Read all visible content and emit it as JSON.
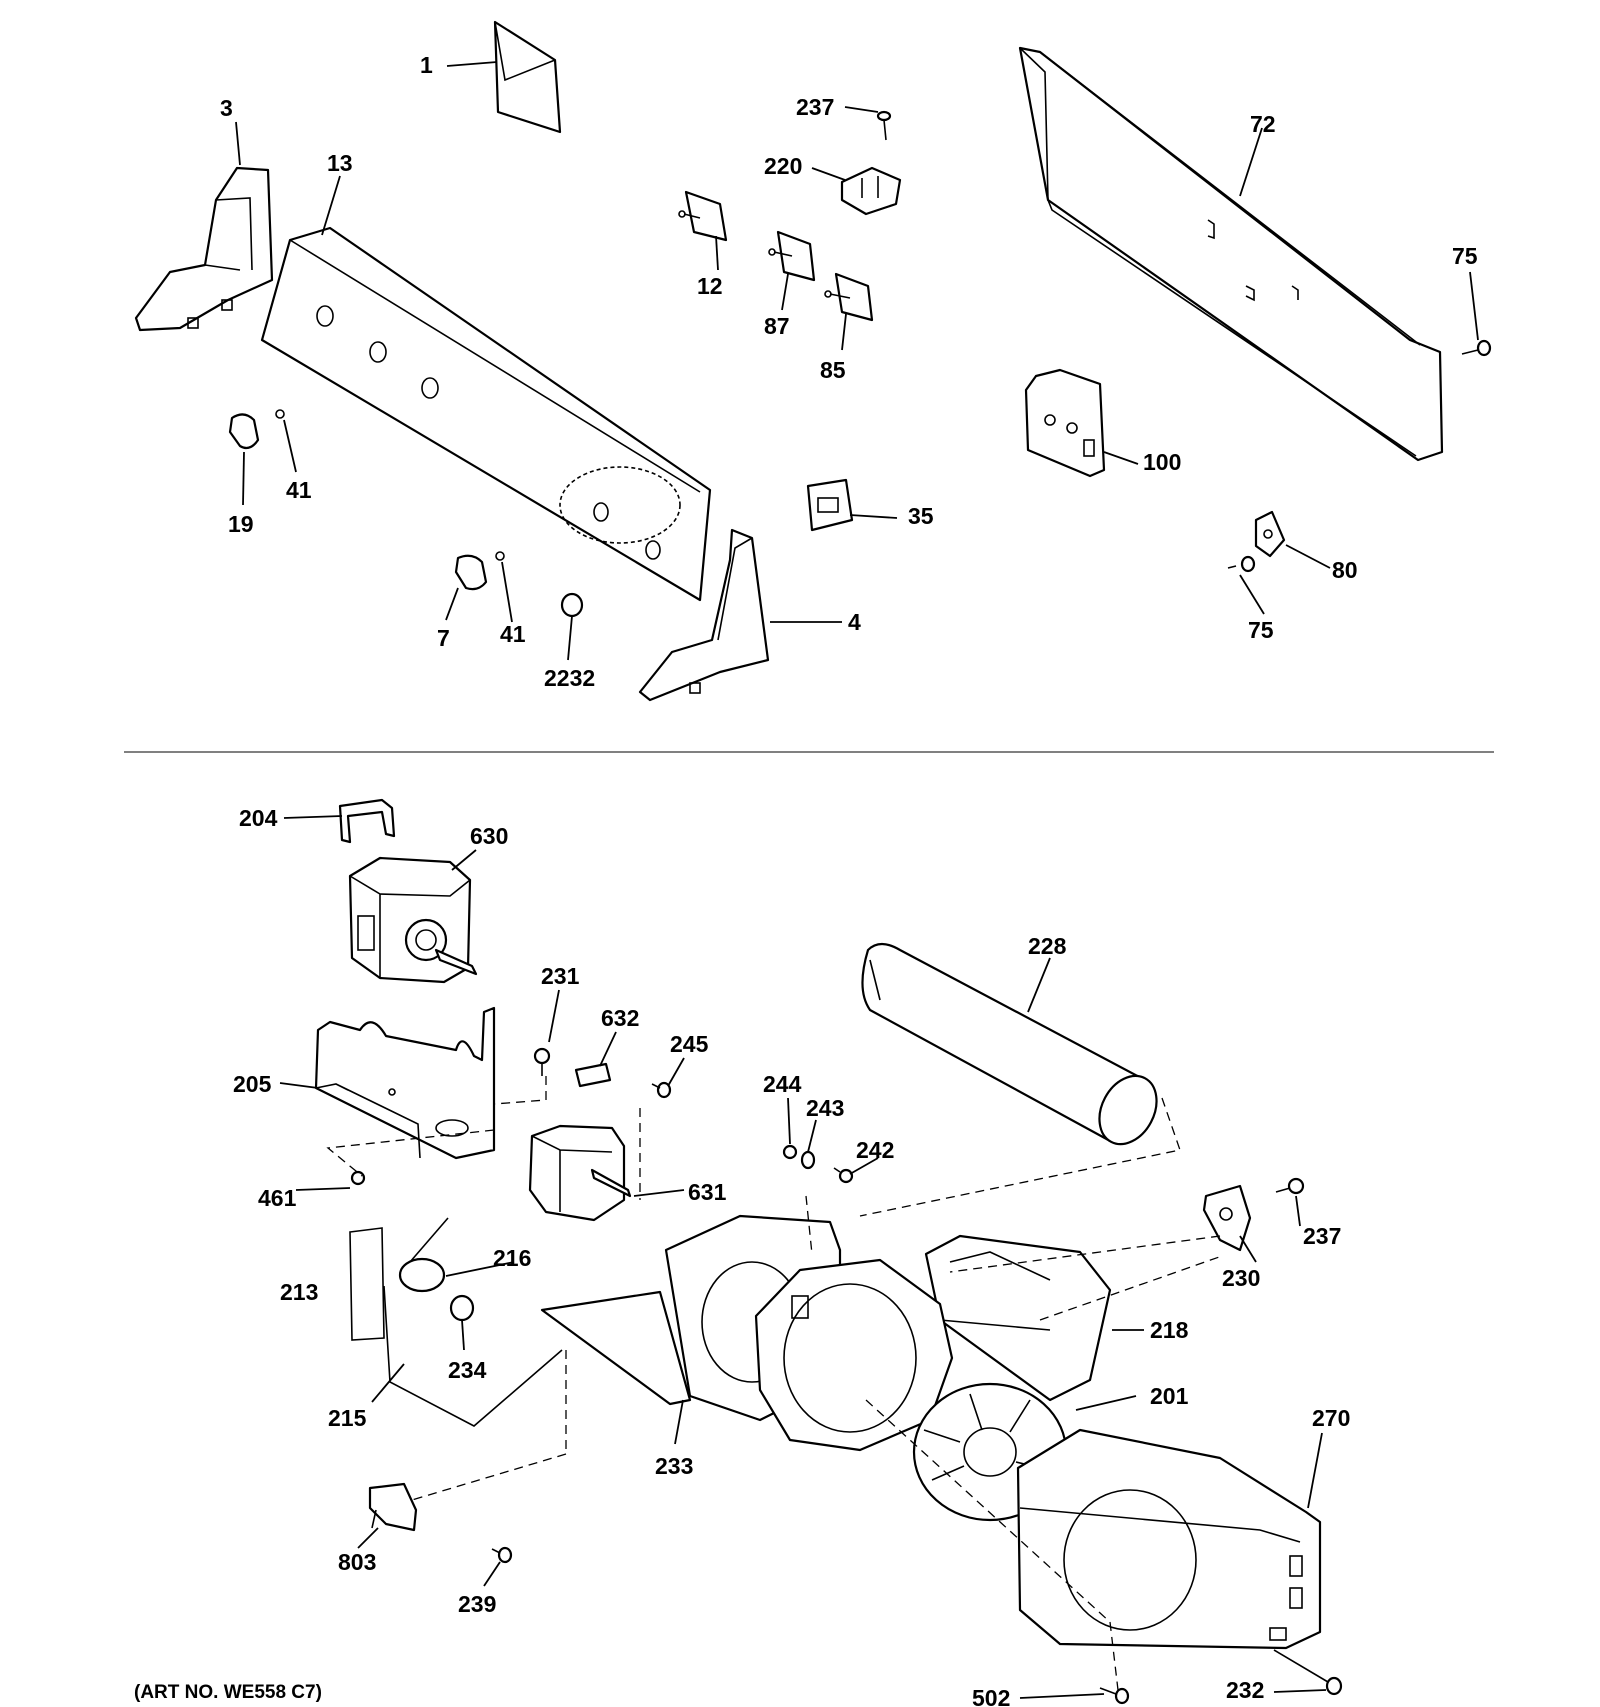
{
  "art_number": "(ART NO. WE558 C7)",
  "labels": {
    "p1": "1",
    "p3": "3",
    "p4": "4",
    "p7": "7",
    "p12": "12",
    "p13": "13",
    "p19": "19",
    "p35": "35",
    "p41a": "41",
    "p41b": "41",
    "p72": "72",
    "p75a": "75",
    "p75b": "75",
    "p80": "80",
    "p85": "85",
    "p87": "87",
    "p100": "100",
    "p220": "220",
    "p237a": "237",
    "p2232": "2232",
    "p201": "201",
    "p204": "204",
    "p205": "205",
    "p213": "213",
    "p215": "215",
    "p216": "216",
    "p218": "218",
    "p228": "228",
    "p230": "230",
    "p231": "231",
    "p232": "232",
    "p233": "233",
    "p234": "234",
    "p237b": "237",
    "p239": "239",
    "p242": "242",
    "p243": "243",
    "p244": "244",
    "p245": "245",
    "p270": "270",
    "p461": "461",
    "p502": "502",
    "p630": "630",
    "p631": "631",
    "p632": "632",
    "p803": "803"
  }
}
